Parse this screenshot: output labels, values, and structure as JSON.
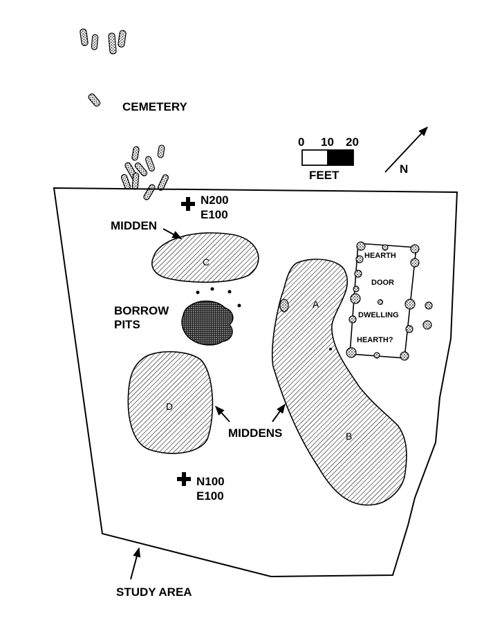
{
  "labels": {
    "cemetery": "CEMETERY",
    "midden": "MIDDEN",
    "borrow_pits_line1": "BORROW",
    "borrow_pits_line2": "PITS",
    "middens": "MIDDENS",
    "study_area": "STUDY AREA",
    "north": "N",
    "datum_top_n": "N200",
    "datum_top_e": "E100",
    "datum_bottom_n": "N100",
    "datum_bottom_e": "E100"
  },
  "features": {
    "midden_a": "A",
    "midden_b": "B",
    "midden_c": "C",
    "midden_d": "D"
  },
  "dwelling": {
    "hearth": "HEARTH",
    "door": "DOOR",
    "dwelling": "DWELLING",
    "hearth_q": "HEARTH?"
  },
  "scale_bar": {
    "ticks": [
      "0",
      "10",
      "20"
    ],
    "unit": "FEET"
  }
}
